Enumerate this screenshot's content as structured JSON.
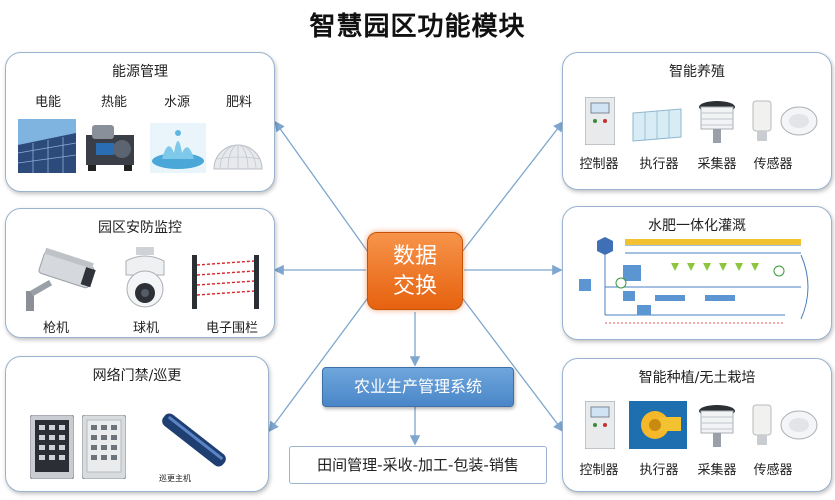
{
  "title": "智慧园区功能模块",
  "hub": {
    "line1": "数据",
    "line2": "交换"
  },
  "agri_system": "农业生产管理系统",
  "chain": "田间管理-采收-加工-包装-销售",
  "energy": {
    "title": "能源管理",
    "items": [
      "电能",
      "热能",
      "水源",
      "肥料"
    ]
  },
  "security": {
    "title": "园区安防监控",
    "items": [
      "枪机",
      "球机",
      "电子围栏"
    ]
  },
  "access": {
    "title": "网络门禁/巡更",
    "device_text": "巡更主机"
  },
  "breeding": {
    "title": "智能养殖",
    "items": [
      "控制器",
      "执行器",
      "采集器",
      "传感器"
    ]
  },
  "irrigation": {
    "title": "水肥一体化灌溉"
  },
  "planting": {
    "title": "智能种植/无土栽培",
    "items": [
      "控制器",
      "执行器",
      "采集器",
      "传感器"
    ]
  },
  "colors": {
    "hub": "#f07a2a",
    "agri": "#5b96d2",
    "panel_border": "#9ab3cf",
    "arrow": "#7ea6cf"
  }
}
